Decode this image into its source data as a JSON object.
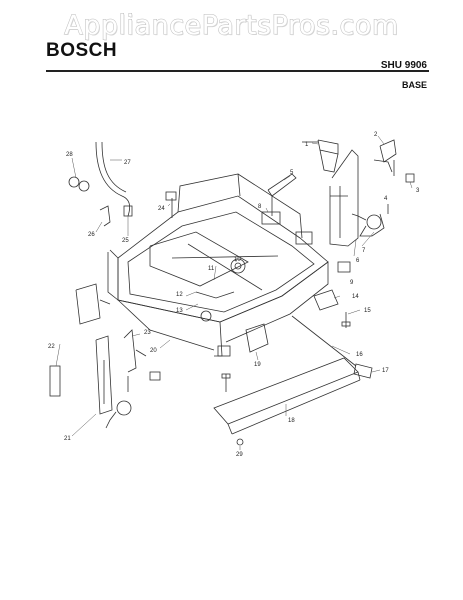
{
  "watermark": "AppliancePartsPros.com",
  "header": {
    "brand": "BOSCH",
    "model": "SHU 9906",
    "section": "BASE"
  },
  "callouts": [
    "1",
    "2",
    "3",
    "4",
    "5",
    "6",
    "7",
    "8",
    "9",
    "10",
    "11",
    "12",
    "13",
    "14",
    "15",
    "16",
    "17",
    "18",
    "19",
    "20",
    "21",
    "22",
    "23",
    "24",
    "25",
    "26",
    "27",
    "28",
    "29"
  ]
}
